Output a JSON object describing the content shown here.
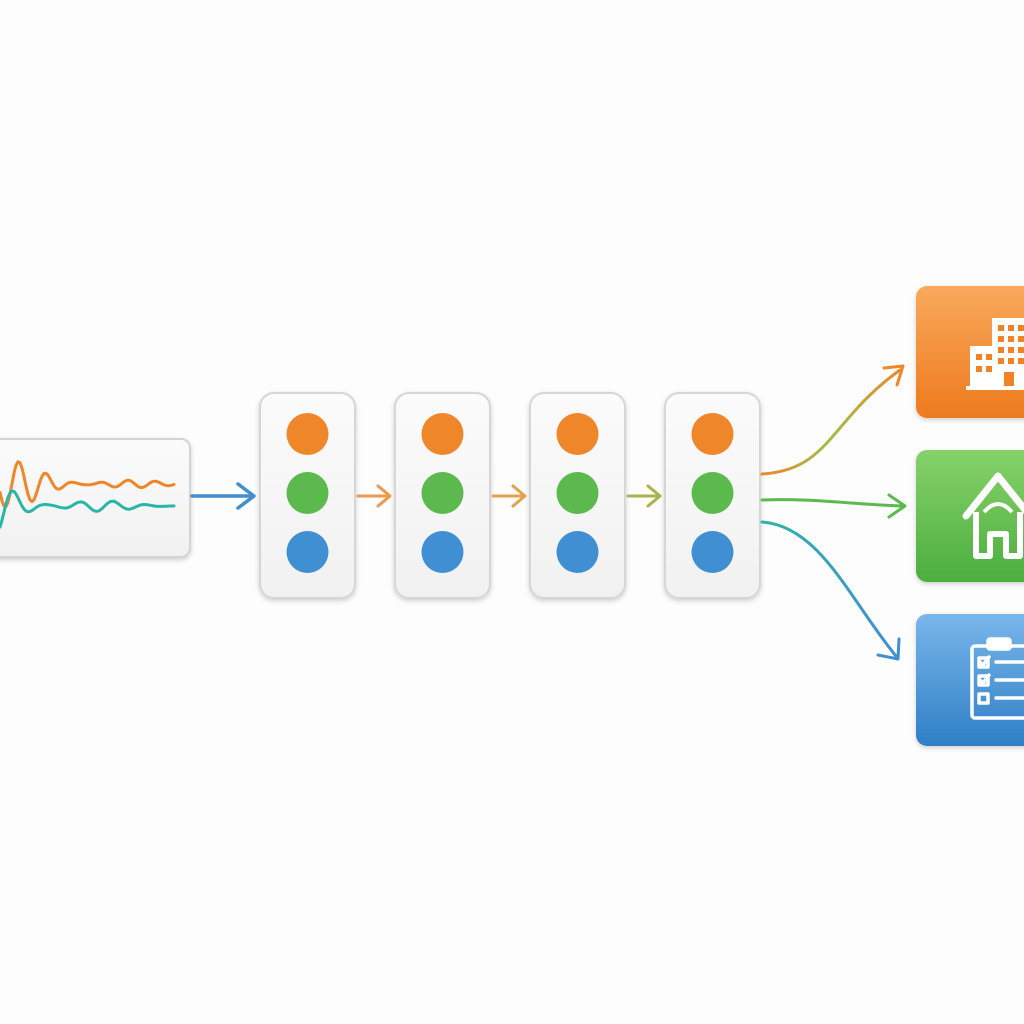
{
  "colors": {
    "orange": "#f0862a",
    "green": "#5bb94e",
    "blue": "#3f8fd2",
    "teal": "#2bb5a8",
    "card_border": "#d6d6d6",
    "card_fill": "#f6f6f6",
    "arrow_blue": "#3f8fd2",
    "arrow_orange": "#e99a4c",
    "arrow_olive": "#9fb14f"
  },
  "input": {
    "icon": "waveform-icon",
    "series": [
      "orange",
      "teal"
    ]
  },
  "stages": [
    {
      "dots": [
        "orange",
        "green",
        "blue"
      ]
    },
    {
      "dots": [
        "orange",
        "green",
        "blue"
      ]
    },
    {
      "dots": [
        "orange",
        "green",
        "blue"
      ]
    },
    {
      "dots": [
        "orange",
        "green",
        "blue"
      ]
    }
  ],
  "outputs": [
    {
      "icon": "building-icon",
      "color": "orange"
    },
    {
      "icon": "house-icon",
      "color": "green"
    },
    {
      "icon": "checklist-icon",
      "color": "blue"
    }
  ]
}
